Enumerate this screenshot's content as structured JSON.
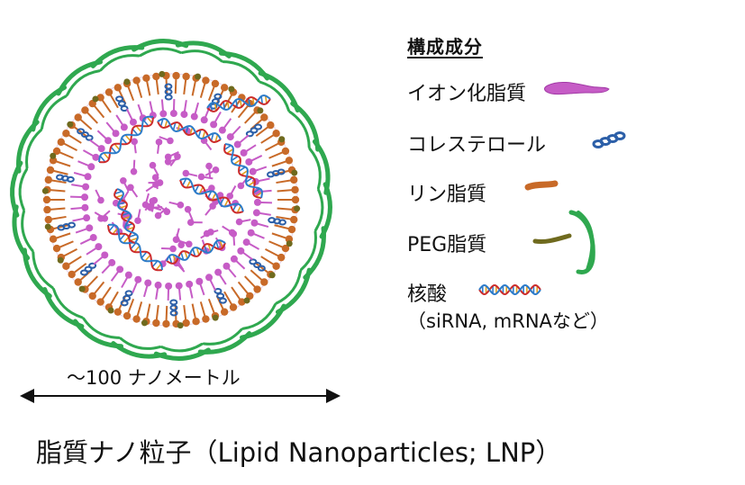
{
  "legend": {
    "title": "構成成分",
    "items": [
      {
        "key": "ionizable",
        "label": "イオン化脂質",
        "color": "#c65cc6"
      },
      {
        "key": "cholesterol",
        "label": "コレステロール",
        "color": "#2c5fa8"
      },
      {
        "key": "phospholipid",
        "label": "リン脂質",
        "color": "#c86a28"
      },
      {
        "key": "peg",
        "label": "PEG脂質",
        "color": "#2fa84f"
      },
      {
        "key": "nucleic",
        "label": "核酸",
        "color": "#cc2b2b"
      }
    ],
    "nucleic_note": "（siRNA, mRNAなど）"
  },
  "scale_label": "～100 ナノメートル",
  "caption": "脂質ナノ粒子（Lipid Nanoparticles; LNP）",
  "colors": {
    "ionizable": "#c65cc6",
    "cholesterol": "#2c5fa8",
    "phospholipid": "#c86a28",
    "peg": "#2fa84f",
    "peg_tail": "#6f6a1e",
    "nucleic_a": "#cc2b2b",
    "nucleic_b": "#2c7bc9",
    "nucleic_c": "#e0a020"
  },
  "icons": [
    "lipid-nanoparticle-icon",
    "ionizable-lipid-icon",
    "cholesterol-icon",
    "phospholipid-icon",
    "peg-lipid-icon",
    "nucleic-acid-icon",
    "double-arrow-icon"
  ]
}
